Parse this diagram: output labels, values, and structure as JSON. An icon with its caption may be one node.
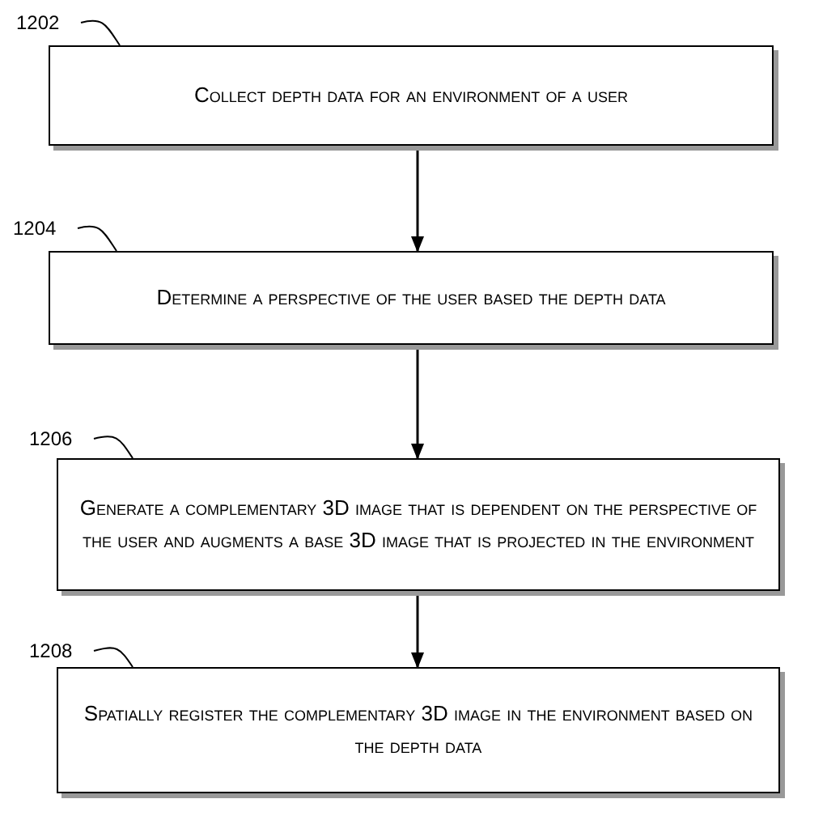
{
  "diagram": {
    "nodes": [
      {
        "text": [
          "1202"
        ]
      },
      {
        "text": [
          "Collect depth data for an environment of a user"
        ]
      },
      {
        "text": [
          "1204"
        ]
      },
      {
        "text": [
          "Determine a perspective of the user based the depth data"
        ]
      },
      {
        "text": [
          "1206"
        ]
      },
      {
        "text": [
          "Generate a complementary 3D image that is dependent on the perspective of the user and augments a base 3D image that is projected in the environment"
        ]
      },
      {
        "text": [
          "1208"
        ]
      },
      {
        "text": [
          "Spatially register the complementary 3D image in the environment based on the depth data"
        ]
      }
    ],
    "edges": [
      {
        "from": 0,
        "to": 1,
        "arrow": "none"
      },
      {
        "from": 2,
        "to": 3,
        "arrow": "none"
      },
      {
        "from": 4,
        "to": 5,
        "arrow": "none"
      },
      {
        "from": 6,
        "to": 7,
        "arrow": "none"
      },
      {
        "from": 1,
        "to": 3,
        "arrow": "to"
      },
      {
        "from": 3,
        "to": 5,
        "arrow": "to"
      },
      {
        "from": 5,
        "to": 7,
        "arrow": "to"
      }
    ]
  }
}
